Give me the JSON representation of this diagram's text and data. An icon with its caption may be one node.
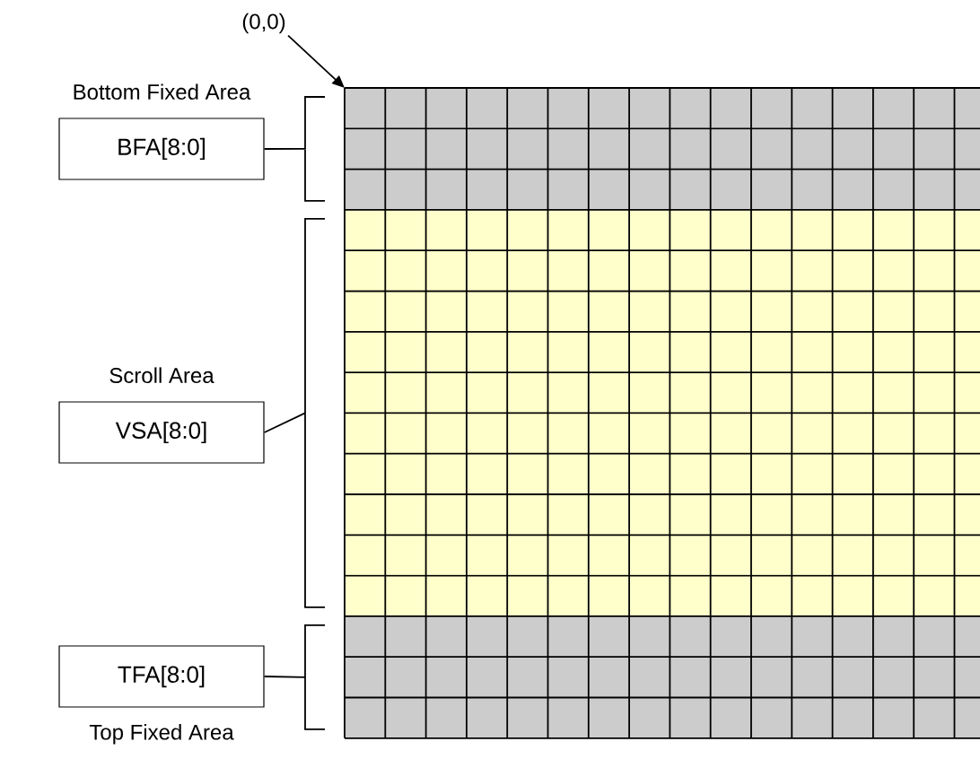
{
  "diagram": {
    "nodes": [
      {
        "text": [
          "(0,0)"
        ]
      },
      {
        "text": [
          "BFA[8:0]"
        ],
        "beside": [
          "Bottom Fixed Area"
        ]
      },
      {
        "text": [],
        "shape": "box"
      },
      {
        "text": [
          "VSA[8:0]"
        ],
        "beside": [
          "Scroll Area"
        ]
      },
      {
        "text": [],
        "shape": "box"
      },
      {
        "text": [
          "TFA[8:0]"
        ],
        "beside": [
          "Top Fixed Area"
        ]
      },
      {
        "text": [],
        "shape": "box"
      }
    ],
    "edges": [
      {
        "from": 0,
        "to": 2,
        "arrow": "to"
      },
      {
        "from": 1,
        "to": 2,
        "arrow": "none"
      },
      {
        "from": 3,
        "to": 4,
        "arrow": "none"
      },
      {
        "from": 5,
        "to": 6,
        "arrow": "none"
      }
    ]
  }
}
